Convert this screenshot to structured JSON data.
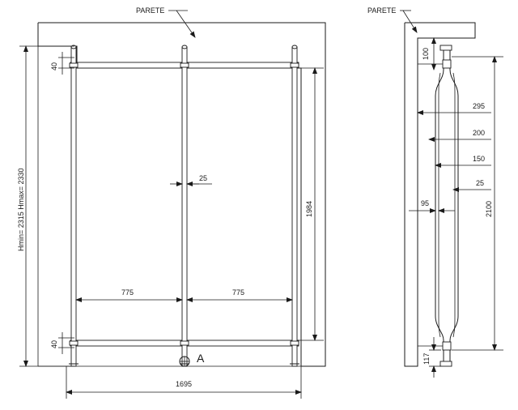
{
  "front_view": {
    "wall_label": "PARETE",
    "height_label": "Hmin= 2315  Hmax= 2330",
    "top_offset": "40",
    "bottom_offset": "40",
    "bar_width": "25",
    "inner_height": "1984",
    "left_span": "775",
    "right_span": "775",
    "total_width": "1695",
    "section_marker": "A"
  },
  "side_view": {
    "wall_label": "PARETE",
    "top_offset": "100",
    "depth_outer": "295",
    "depth_mid": "200",
    "depth_inner": "150",
    "tube_width": "25",
    "tube_offset": "95",
    "overall_height": "2100",
    "bottom_offset": "117"
  }
}
